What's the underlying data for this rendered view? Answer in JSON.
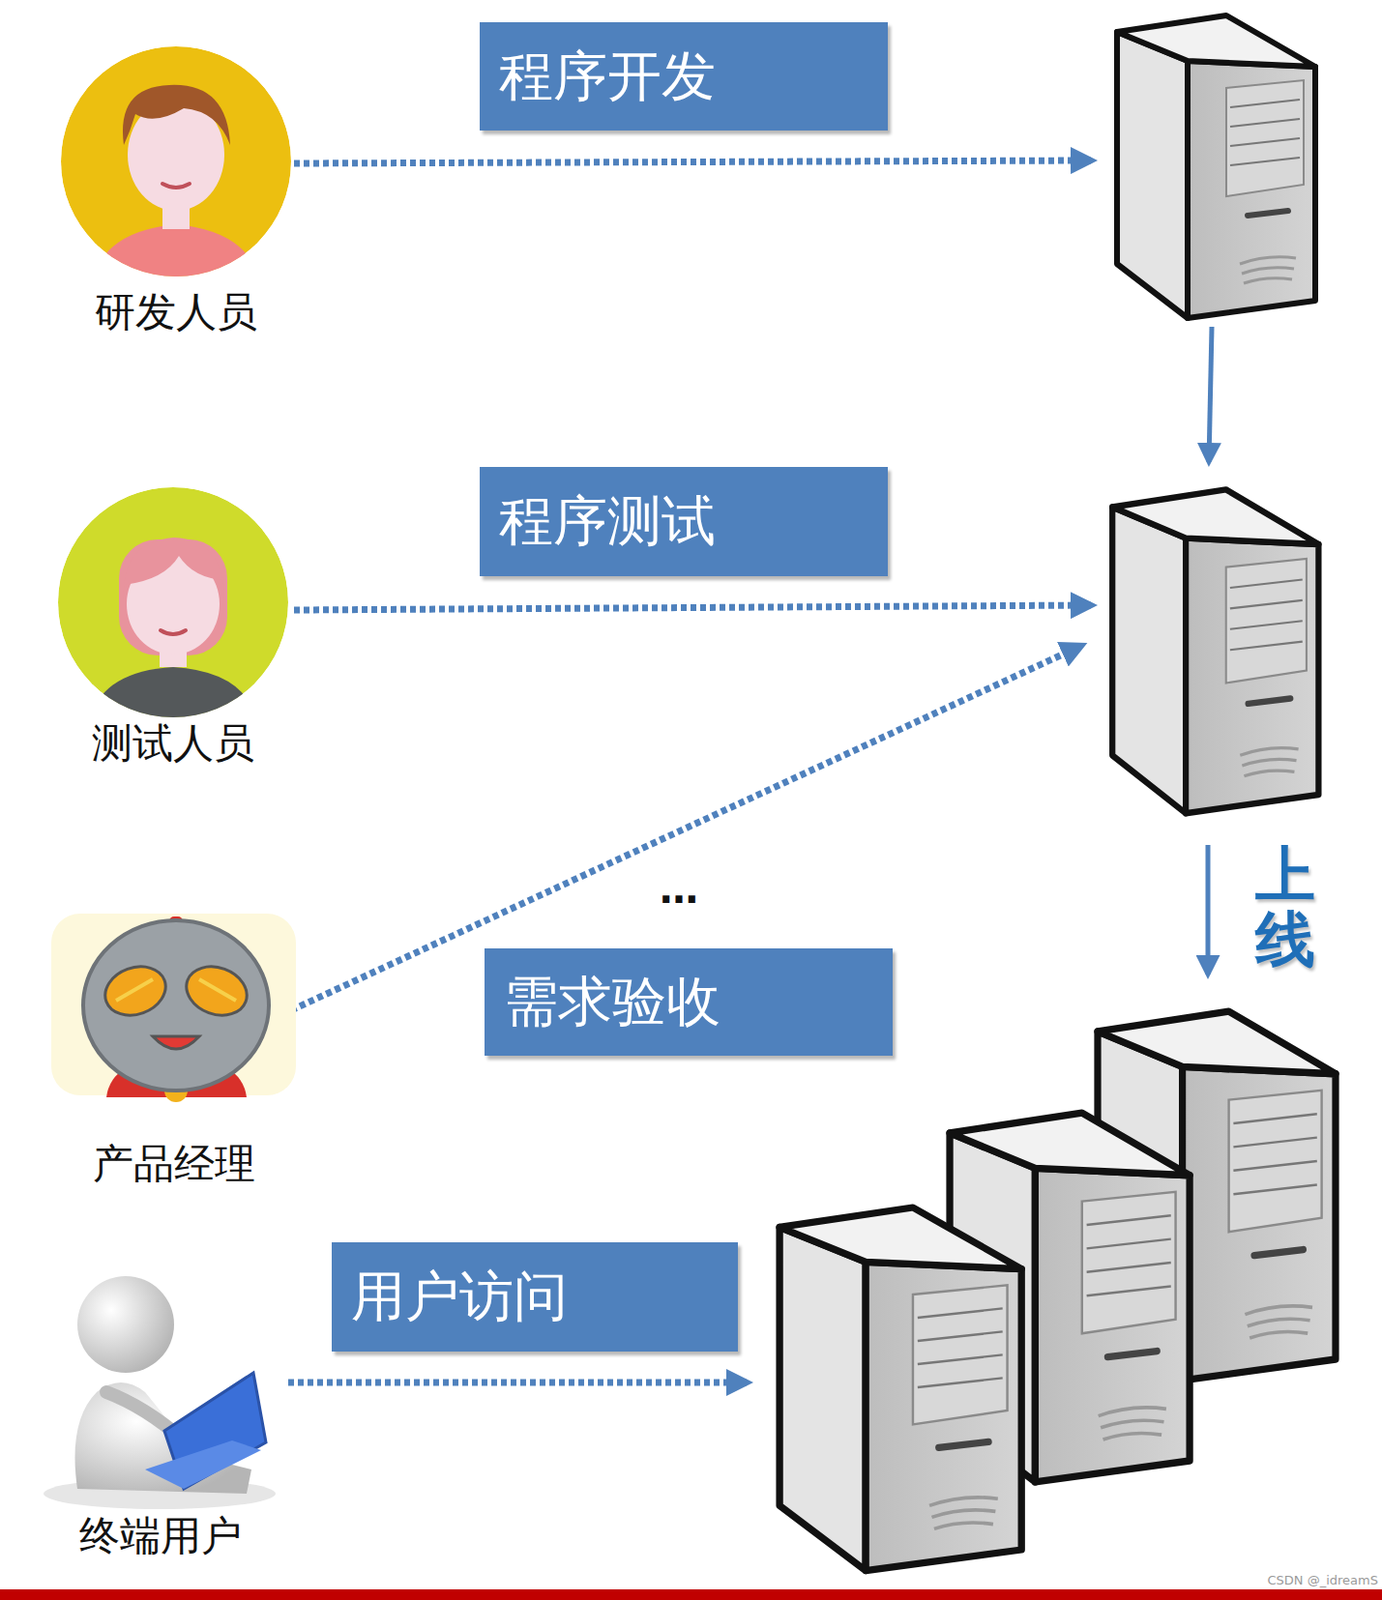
{
  "diagram": {
    "nodes": [
      {
        "text": [
          "程序开发"
        ]
      },
      {
        "text": [
          "研发人员"
        ]
      },
      {
        "text": [
          "程序测试"
        ]
      },
      {
        "text": [
          "测试人员"
        ]
      },
      {
        "text": [
          "需求验收"
        ]
      },
      {
        "text": [
          "产品经理"
        ]
      },
      {
        "text": [
          "用户访问"
        ]
      },
      {
        "text": [
          "终端用户"
        ]
      }
    ],
    "labels": [
      "上线",
      "…",
      "CSDN @_idreamS"
    ]
  }
}
